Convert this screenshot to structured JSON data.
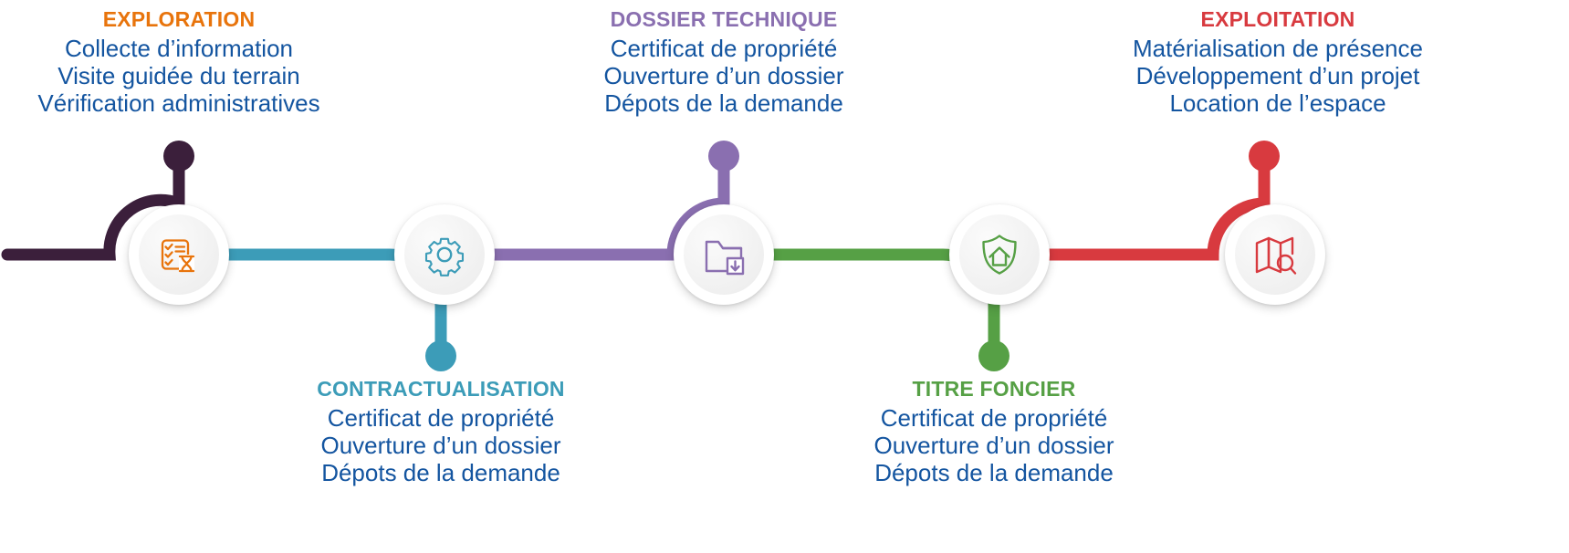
{
  "diagram": {
    "type": "process-timeline",
    "orientation": "horizontal",
    "step_count": 5,
    "background_color": "#ffffff",
    "body_text_color": "#1455a0"
  },
  "steps": [
    {
      "id": "exploration",
      "index": 1,
      "title": "EXPLORATION",
      "title_color": "#e8740c",
      "accent_color": "#3b1f3b",
      "icon": "checklist-hourglass-icon",
      "icon_color": "#e8740c",
      "label_position": "above",
      "lines": [
        "Collecte d’information",
        "Visite guidée du terrain",
        "Vérification administratives"
      ]
    },
    {
      "id": "contractualisation",
      "index": 2,
      "title": "CONTRACTUALISATION",
      "title_color": "#3c9cb8",
      "accent_color": "#3c9cb8",
      "icon": "gear-icon",
      "icon_color": "#3c9cb8",
      "label_position": "below",
      "lines": [
        "Certificat de propriété",
        "Ouverture d’un dossier",
        "Dépots de la demande"
      ]
    },
    {
      "id": "dossier-technique",
      "index": 3,
      "title": "DOSSIER TECHNIQUE",
      "title_color": "#8a6fb0",
      "accent_color": "#8a6fb0",
      "icon": "folder-download-icon",
      "icon_color": "#8a6fb0",
      "label_position": "above",
      "lines": [
        "Certificat de propriété",
        "Ouverture d’un dossier",
        "Dépots de la demande"
      ]
    },
    {
      "id": "titre-foncier",
      "index": 4,
      "title": "TITRE FONCIER",
      "title_color": "#56a045",
      "accent_color": "#56a045",
      "icon": "shield-house-icon",
      "icon_color": "#56a045",
      "label_position": "below",
      "lines": [
        "Certificat de propriété",
        "Ouverture d’un dossier",
        "Dépots de la demande"
      ]
    },
    {
      "id": "exploitation",
      "index": 5,
      "title": "EXPLOITATION",
      "title_color": "#d83a3f",
      "accent_color": "#d83a3f",
      "icon": "map-search-icon",
      "icon_color": "#d83a3f",
      "label_position": "above",
      "lines": [
        "Matérialisation de présence",
        "Développement d’un projet",
        "Location de l’espace"
      ]
    }
  ]
}
